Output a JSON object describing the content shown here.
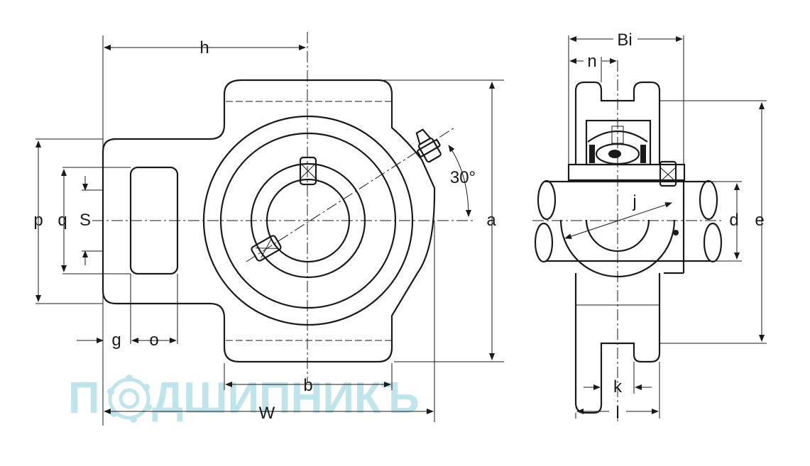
{
  "labels": {
    "h": "h",
    "bi": "Bi",
    "n": "n",
    "angle": "30°",
    "a": "a",
    "p": "p",
    "q": "q",
    "s": "S",
    "j": "j",
    "d": "d",
    "e": "e",
    "g": "g",
    "o": "o",
    "b": "b",
    "k": "k",
    "w": "W",
    "l": "l"
  },
  "watermark": {
    "left": "П",
    "right": "ДШИПНИКЪ"
  },
  "colors": {
    "line": "#1a1a1a",
    "watermark": "#bfe4ea"
  }
}
